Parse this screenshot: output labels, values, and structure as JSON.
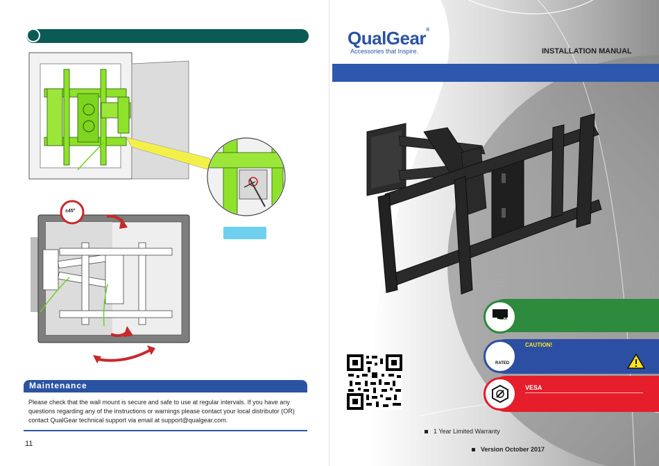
{
  "left_page": {
    "maintenance": {
      "title": "Maintenance",
      "text": "Please check that the wall mount is secure and safe to use at regular intervals. If you have any questions regarding any of the instructions or warnings  please contact your local distributor (OR) contact QualGear technical support via email at support@qualgear.com."
    },
    "rotation_label": "±45°",
    "page_number": "11"
  },
  "right_page": {
    "brand": {
      "name": "QualGear",
      "registered": "®",
      "tagline": "Accessories that Inspire."
    },
    "manual_title": "INSTALLATION MANUAL",
    "badges": {
      "max_label": "MAX",
      "caution_label": "CAUTION!",
      "rated_label": "RATED",
      "vesa_label": "VESA"
    },
    "warranty": "1 Year Limited Warranty",
    "version": "Version October 2017"
  },
  "colors": {
    "teal_bar": "#0c5a55",
    "blue": "#2b53a3",
    "green": "#2e8a3c",
    "red": "#e61d2a",
    "highlight_green": "#8ee22a",
    "yellow": "#ffe21a",
    "callout_blue": "#6fd0ee"
  }
}
